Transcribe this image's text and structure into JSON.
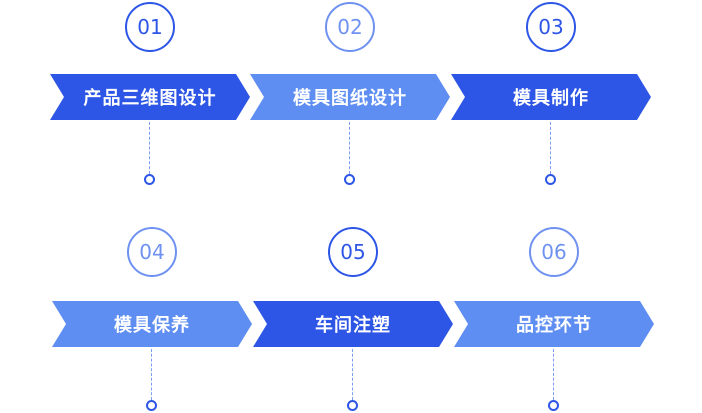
{
  "steps": [
    {
      "number": "01",
      "label": "产品三维图设计"
    },
    {
      "number": "02",
      "label": "模具图纸设计"
    },
    {
      "number": "03",
      "label": "模具制作"
    },
    {
      "number": "04",
      "label": "模具保养"
    },
    {
      "number": "05",
      "label": "车间注塑"
    },
    {
      "number": "06",
      "label": "品控环节"
    }
  ],
  "colors": {
    "primary": "#2d56e6",
    "secondary": "#5f8ef3",
    "dashed_line": "#7b9ef0",
    "background": "#ffffff"
  }
}
